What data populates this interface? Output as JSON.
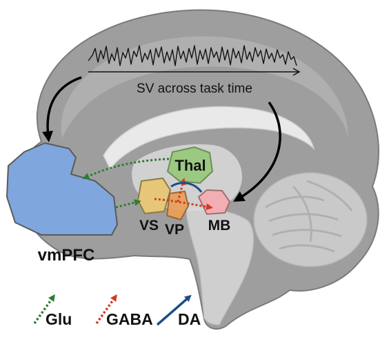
{
  "figure": {
    "signal_axis_label": "SV across task time",
    "regions": {
      "vmpfc": "vmPFC",
      "thal": "Thal",
      "vs": "VS",
      "vp": "VP",
      "mb": "MB"
    },
    "legend": {
      "glu": "Glu",
      "gaba": "GABA",
      "da": "DA"
    },
    "colors": {
      "vmpfc": "#7fa6dd",
      "thal": "#9cc982",
      "vs": "#e6c77a",
      "vp": "#e8a05a",
      "mb": "#f2aeb3",
      "glu": "#2e7d32",
      "gaba": "#d23a22",
      "da": "#1f4d86",
      "brain": "#9e9e9e"
    }
  }
}
